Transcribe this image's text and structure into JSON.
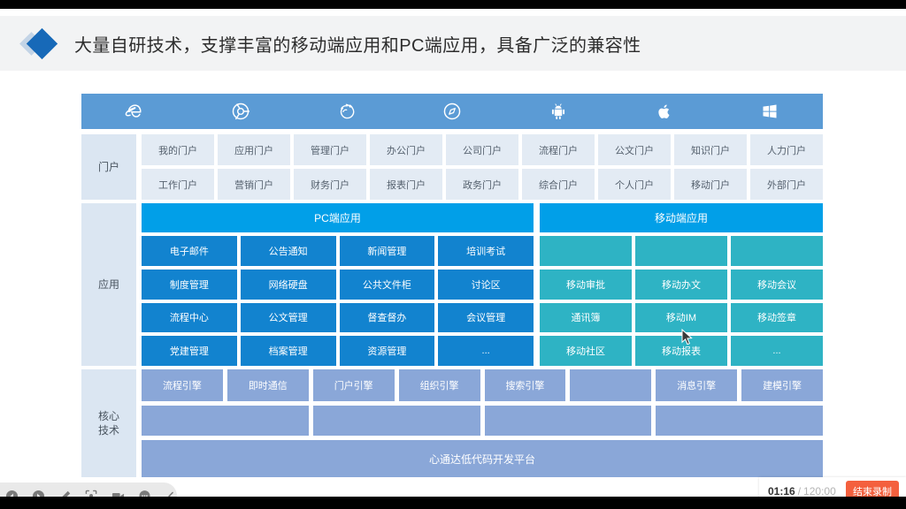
{
  "header": {
    "title": "大量自研技术，支撑丰富的移动端应用和PC端应用，具备广泛的兼容性",
    "icon": "diamond-icon",
    "accent_color": "#1769b8",
    "band_color": "#f2f3f4"
  },
  "diagram": {
    "browser_bar": {
      "color": "#5b9bd5",
      "icons": [
        {
          "name": "internet-explorer-icon",
          "label": "Internet Explorer"
        },
        {
          "name": "chrome-icon",
          "label": "Chrome"
        },
        {
          "name": "firefox-icon",
          "label": "Firefox"
        },
        {
          "name": "safari-icon",
          "label": "Safari"
        },
        {
          "name": "android-icon",
          "label": "Android"
        },
        {
          "name": "apple-icon",
          "label": "Apple"
        },
        {
          "name": "windows-icon",
          "label": "Windows"
        }
      ]
    },
    "sections": [
      {
        "key": "portal",
        "rail_label": "门户",
        "cell_color": "#e3ebf4",
        "rows": [
          [
            "我的门户",
            "应用门户",
            "管理门户",
            "办公门户",
            "公司门户",
            "流程门户",
            "公文门户",
            "知识门户",
            "人力门户"
          ],
          [
            "工作门户",
            "营销门户",
            "财务门户",
            "报表门户",
            "政务门户",
            "综合门户",
            "个人门户",
            "移动门户",
            "外部门户"
          ]
        ]
      },
      {
        "key": "application",
        "rail_label": "应用",
        "pc": {
          "banner": "PC端应用",
          "banner_color": "#019fe8",
          "cell_color": "#1283cf",
          "cells": [
            "电子邮件",
            "公告通知",
            "新闻管理",
            "培训考试",
            "制度管理",
            "网络硬盘",
            "公共文件柜",
            "讨论区",
            "流程中心",
            "公文管理",
            "督查督办",
            "会议管理",
            "党建管理",
            "档案管理",
            "资源管理",
            "..."
          ]
        },
        "mobile": {
          "banner": "移动端应用",
          "banner_color": "#019fe8",
          "cell_color": "#2eb3c4",
          "cells": [
            "",
            "",
            "",
            "移动审批",
            "移动办文",
            "移动会议",
            "通讯簿",
            "移动IM",
            "移动签章",
            "移动社区",
            "移动报表",
            "..."
          ]
        }
      },
      {
        "key": "core",
        "rail_label": "核心\n技术",
        "cell_color": "#8aa7d8",
        "row1": [
          {
            "label": "流程引擎",
            "flex": 1
          },
          {
            "label": "即时通信",
            "flex": 1
          },
          {
            "label": "门户引擎",
            "flex": 1
          },
          {
            "label": "组织引擎",
            "flex": 1
          },
          {
            "label": "搜索引擎",
            "flex": 1
          },
          {
            "label": "",
            "flex": 1
          },
          {
            "label": "消息引擎",
            "flex": 1
          },
          {
            "label": "建模引擎",
            "flex": 1
          }
        ],
        "row2": [
          {
            "label": "",
            "flex": 1
          },
          {
            "label": "",
            "flex": 1
          },
          {
            "label": "",
            "flex": 1
          },
          {
            "label": "",
            "flex": 1
          }
        ],
        "platform": "心通达低代码开发平台"
      }
    ]
  },
  "toolbar": {
    "items": [
      {
        "name": "previous-slide-icon",
        "label": "上一页"
      },
      {
        "name": "next-slide-icon",
        "label": "下一页"
      },
      {
        "name": "pen-icon",
        "label": "画笔"
      },
      {
        "name": "screenshot-icon",
        "label": "截图"
      },
      {
        "name": "video-icon",
        "label": "录像"
      },
      {
        "name": "chat-icon",
        "label": "聊天"
      },
      {
        "name": "collapse-icon",
        "label": "收起"
      }
    ]
  },
  "recording": {
    "elapsed": "01:16",
    "separator": "/",
    "total": "120:00",
    "stop_label": "结束录制",
    "stop_color": "#f4603e"
  }
}
